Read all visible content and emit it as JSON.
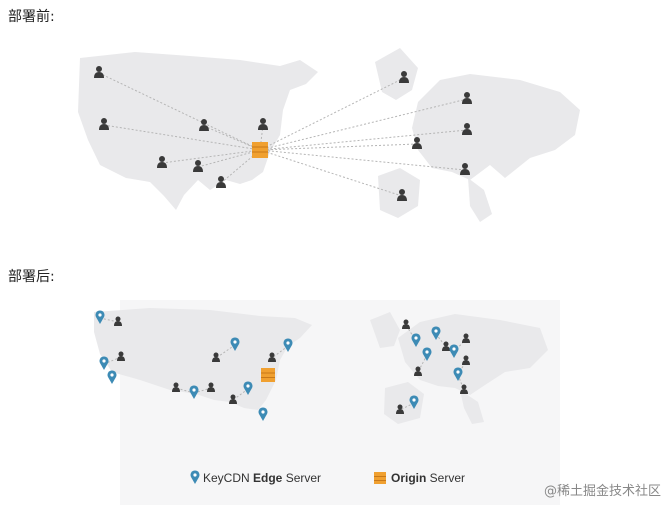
{
  "sections": {
    "before": {
      "caption": "部署前:"
    },
    "after": {
      "caption": "部署后:"
    }
  },
  "legend": {
    "edge_prefix": "KeyCDN ",
    "edge_bold": "Edge",
    "edge_suffix": " Server",
    "origin_bold": "Origin",
    "origin_suffix": " Server"
  },
  "watermark": "@稀土掘金技术社区",
  "colors": {
    "map_fill": "#e9e9eb",
    "user_icon": "#3a3a3a",
    "edge_pin": "#3d8bb5",
    "origin_server": "#f0a030",
    "connection_line": "#b5b5b5"
  },
  "icons": {
    "user": "person-icon",
    "edge": "map-pin-icon",
    "origin": "server-stack-icon"
  }
}
